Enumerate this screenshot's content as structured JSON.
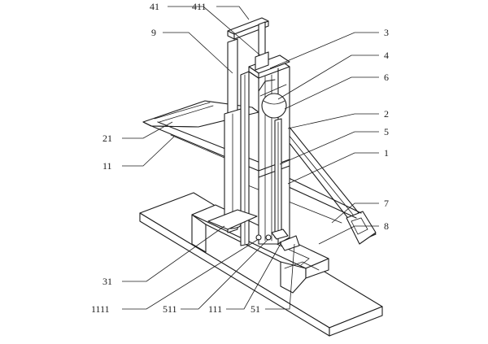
{
  "labels": {
    "l41": "41",
    "l411": "411",
    "l9": "9",
    "l3": "3",
    "l4": "4",
    "l6": "6",
    "l2": "2",
    "l5": "5",
    "l1": "1",
    "l21": "21",
    "l11": "11",
    "l7": "7",
    "l8": "8",
    "l31": "31",
    "l1111": "1111",
    "l511": "511",
    "l111": "111",
    "l51": "51"
  }
}
